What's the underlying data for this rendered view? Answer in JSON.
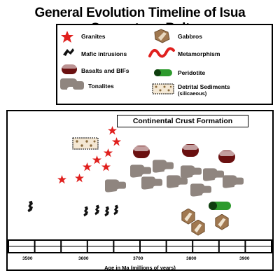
{
  "title": "General Evolution Timeline of Isua Greenstone Belt",
  "legend": {
    "granites": "Granites",
    "gabbros": "Gabbros",
    "mafic": "Mafic intrusions",
    "metamorphism": "Metamorphism",
    "basalts": "Basalts and BIFs",
    "peridotite": "Peridotite",
    "tonalites": "Tonalites",
    "detrital_line1": "Detrital Sediments",
    "detrital_line2": "(silicaeous)"
  },
  "banner": "Continental Crust Formation",
  "axis": {
    "label": "Age in Ma (millions of years)",
    "ticks": [
      "3500",
      "3600",
      "3700",
      "3800",
      "3900"
    ]
  },
  "colors": {
    "granite_red": "#e0201e",
    "basalt_dark": "#6a1010",
    "peridotite_green": "#2d9a2d",
    "tonalite_gray": "#8f857f",
    "gabbro_brown": "#a07850",
    "metamorphism_red": "#e0201e"
  }
}
